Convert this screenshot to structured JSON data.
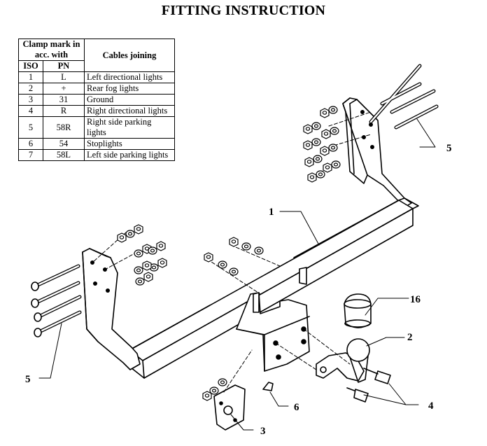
{
  "title": "FITTING INSTRUCTION",
  "table": {
    "header_clamp": "Clamp mark in acc. with",
    "header_iso": "ISO",
    "header_pn": "PN",
    "header_cables": "Cables joining",
    "rows": [
      {
        "iso": "1",
        "pn": "L",
        "desc": "Left directional lights"
      },
      {
        "iso": "2",
        "pn": "+",
        "desc": "Rear fog lights"
      },
      {
        "iso": "3",
        "pn": "31",
        "desc": "Ground"
      },
      {
        "iso": "4",
        "pn": "R",
        "desc": "Right directional lights"
      },
      {
        "iso": "5",
        "pn": "58R",
        "desc": "Right side parking lights"
      },
      {
        "iso": "6",
        "pn": "54",
        "desc": "Stoplights"
      },
      {
        "iso": "7",
        "pn": "58L",
        "desc": "Left side parking lights"
      }
    ]
  },
  "callouts": {
    "main_bar": "1",
    "ball": "2",
    "socket_plate": "3",
    "ball_bolts": "4",
    "bolts_right": "5",
    "bolts_left": "5",
    "screw": "6",
    "cap": "16"
  }
}
